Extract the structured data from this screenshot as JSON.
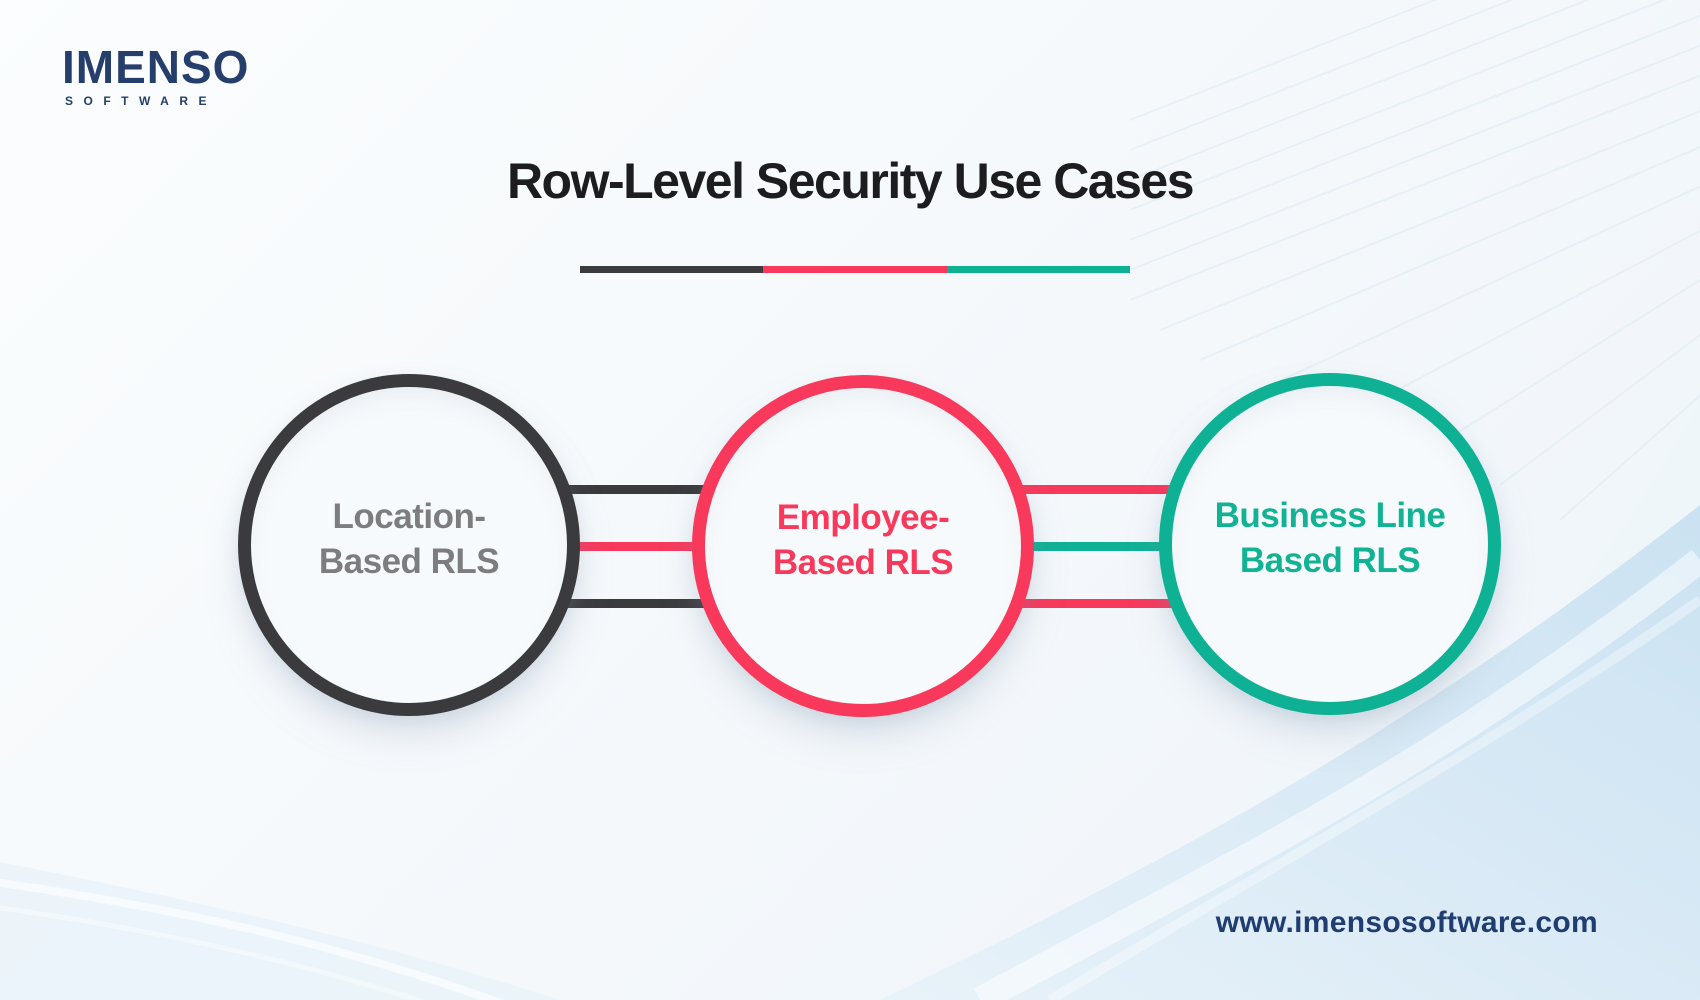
{
  "brand": {
    "wordmark": "IMENSO",
    "subtitle": "SOFTWARE",
    "color": "#253E6B"
  },
  "title": {
    "text": "Row-Level Security Use Cases",
    "color": "#1D1D1F"
  },
  "divider": {
    "segment_colors": [
      "#3B3B3D",
      "#F8395C",
      "#0FB195"
    ]
  },
  "circles": [
    {
      "label_line1": "Location-",
      "label_line2": "Based RLS",
      "ring_color": "#3B3B3D",
      "text_color": "#7D7D80"
    },
    {
      "label_line1": "Employee-",
      "label_line2": "Based RLS",
      "ring_color": "#F8395C",
      "text_color": "#F8395C"
    },
    {
      "label_line1": "Business Line",
      "label_line2": "Based RLS",
      "ring_color": "#0FB195",
      "text_color": "#12B295"
    }
  ],
  "connectors": {
    "left_group_colors": [
      "#3B3B3D",
      "#F8395C",
      "#3B3B3D"
    ],
    "right_group_colors": [
      "#F8395C",
      "#0FB195",
      "#F8395C"
    ]
  },
  "footer": {
    "url": "www.imensosoftware.com",
    "color": "#1F3D70"
  },
  "colors": {
    "dark": "#3B3B3D",
    "red": "#F8395C",
    "teal": "#0FB195",
    "navy": "#253E6B",
    "gray_text": "#7D7D80",
    "background_tint": "#EEF4FA",
    "wave_line": "#DEEBF4",
    "corner_wave": "#CBE2F2"
  }
}
